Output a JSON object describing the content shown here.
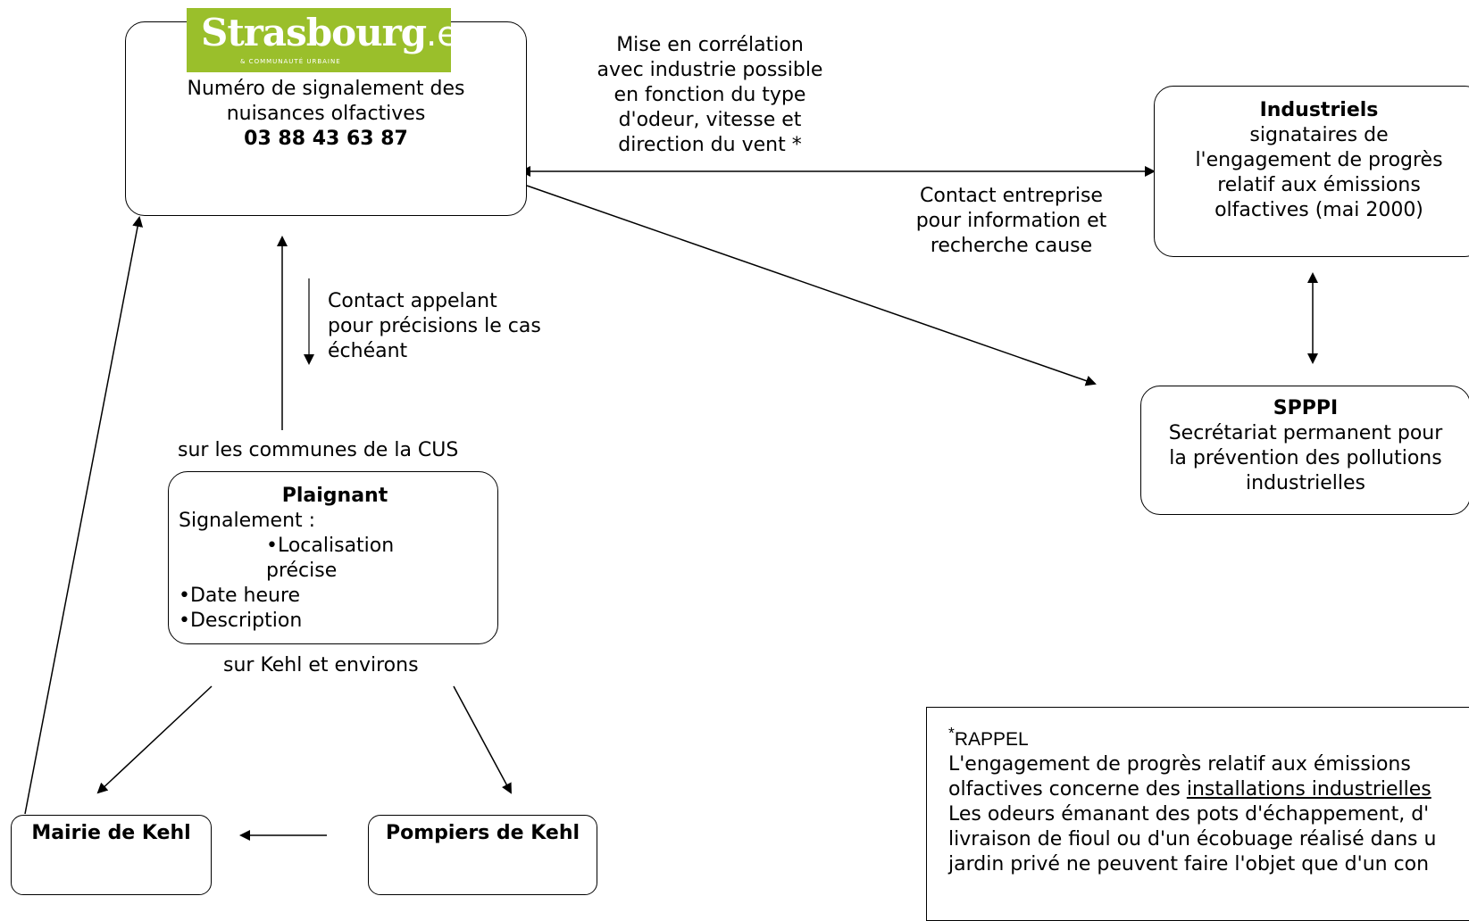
{
  "strasbourg": {
    "logo_text": "Strasbourg",
    "logo_suffix": ".eu",
    "logo_sub": "& COMMUNAUTÉ URBAINE",
    "line1": "Numéro de signalement des",
    "line2": "nuisances olfactives",
    "phone": "03 88 43 63 87"
  },
  "industriels": {
    "title": "Industriels",
    "line1": "signataires de",
    "line2": "l'engagement de progrès",
    "line3": "relatif aux émissions",
    "line4": "olfactives (mai 2000)"
  },
  "spppi": {
    "title": "SPPPI",
    "line1": "Secrétariat permanent pour",
    "line2": "la prévention des pollutions",
    "line3": "industrielles"
  },
  "plaignant": {
    "title": "Plaignant",
    "line1": "Signalement :",
    "line2": "•Localisation",
    "line3": "précise",
    "line4": "•Date heure",
    "line5": "•Description"
  },
  "labels": {
    "correlation": [
      "Mise en corrélation",
      "avec industrie possible",
      "en fonction du type",
      "d'odeur, vitesse et",
      "direction du vent *"
    ],
    "contact_entreprise": [
      "Contact entreprise",
      "pour  information et",
      "recherche cause"
    ],
    "contact_appelant": [
      "Contact appelant",
      "pour précisions le cas",
      "échéant"
    ],
    "communes_cus": "sur les communes de la CUS",
    "kehl_environs": "sur Kehl et environs"
  },
  "mairie": {
    "label": "Mairie de Kehl"
  },
  "pompiers": {
    "label": "Pompiers de Kehl"
  },
  "rappel": {
    "star": "*",
    "title": "RAPPEL",
    "line1": "L'engagement de progrès relatif aux émissions",
    "line2_pre": "olfactives concerne des ",
    "line2_link": "installations industrielles",
    "line3": "Les odeurs émanant des pots d'échappement, d'",
    "line4": "livraison de fioul ou d'un écobuage réalisé dans u",
    "line5": "jardin privé ne peuvent faire l'objet que d'un con"
  }
}
